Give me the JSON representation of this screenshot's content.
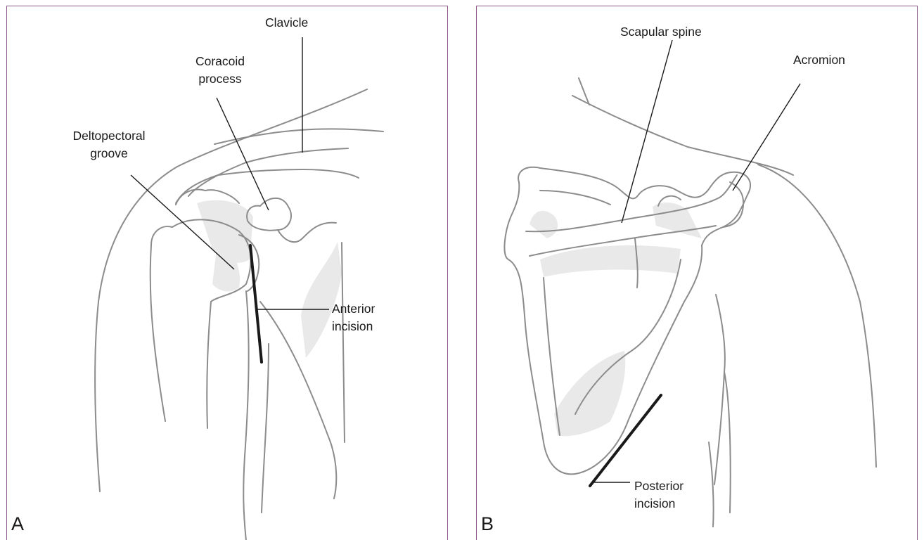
{
  "panels": {
    "a": {
      "letter": "A",
      "labels": {
        "clavicle": "Clavicle",
        "coracoid_line1": "Coracoid",
        "coracoid_line2": "process",
        "deltopectoral_line1": "Deltopectoral",
        "deltopectoral_line2": "groove",
        "anterior_line1": "Anterior",
        "anterior_line2": "incision"
      }
    },
    "b": {
      "letter": "B",
      "labels": {
        "scapular_spine": "Scapular spine",
        "acromion": "Acromion",
        "posterior_line1": "Posterior",
        "posterior_line2": "incision"
      }
    }
  },
  "colors": {
    "frame": "#8a5a8a",
    "anatomy_line": "#8c8c8c",
    "shading": "#e9e9e9",
    "incision": "#1a1a1a"
  }
}
